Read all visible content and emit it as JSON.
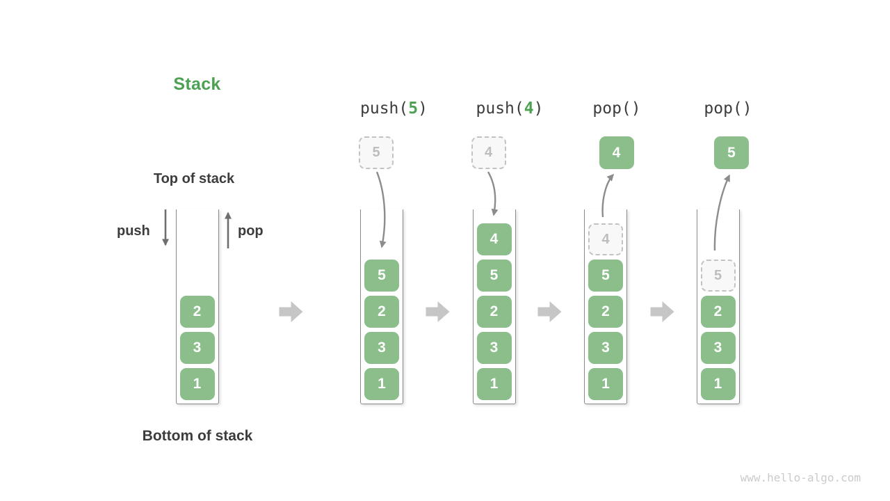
{
  "title": "Stack",
  "labels": {
    "top_of_stack": "Top of stack",
    "bottom_of_stack": "Bottom of stack",
    "push": "push",
    "pop": "pop"
  },
  "watermark": "www.hello-algo.com",
  "colors": {
    "green_dark": "#4CA252",
    "block_green": "#8BBE8B",
    "block_text": "#FFFFFF",
    "text_dark": "#3C3C3C",
    "arrow_gray": "#8C8C8C",
    "arrow_dark": "#6E6E6E",
    "block_arrow": "#C6C6C6",
    "container_border": "#8A8A8A",
    "ghost_border": "#C2C2C2",
    "ghost_text": "#BDBDBD",
    "ghost_fill": "#F8F8F8",
    "watermark": "#CBCBCB"
  },
  "columns": [
    {
      "name": "initial-stack",
      "op": null,
      "float_box": null,
      "stack": [
        {
          "value": "2",
          "ghost": false
        },
        {
          "value": "3",
          "ghost": false
        },
        {
          "value": "1",
          "ghost": false
        }
      ]
    },
    {
      "name": "after-push-5",
      "op": {
        "before": "push(",
        "arg": "5",
        "after": ")"
      },
      "float_box": {
        "value": "5",
        "style": "ghost"
      },
      "stack": [
        {
          "value": "5",
          "ghost": false
        },
        {
          "value": "2",
          "ghost": false
        },
        {
          "value": "3",
          "ghost": false
        },
        {
          "value": "1",
          "ghost": false
        }
      ]
    },
    {
      "name": "after-push-4",
      "op": {
        "before": "push(",
        "arg": "4",
        "after": ")"
      },
      "float_box": {
        "value": "4",
        "style": "ghost"
      },
      "stack": [
        {
          "value": "4",
          "ghost": false
        },
        {
          "value": "5",
          "ghost": false
        },
        {
          "value": "2",
          "ghost": false
        },
        {
          "value": "3",
          "ghost": false
        },
        {
          "value": "1",
          "ghost": false
        }
      ]
    },
    {
      "name": "after-pop-4",
      "op": {
        "before": "pop()",
        "arg": "",
        "after": ""
      },
      "float_box": {
        "value": "4",
        "style": "solid"
      },
      "stack": [
        {
          "value": "4",
          "ghost": true
        },
        {
          "value": "5",
          "ghost": false
        },
        {
          "value": "2",
          "ghost": false
        },
        {
          "value": "3",
          "ghost": false
        },
        {
          "value": "1",
          "ghost": false
        }
      ]
    },
    {
      "name": "after-pop-5",
      "op": {
        "before": "pop()",
        "arg": "",
        "after": ""
      },
      "float_box": {
        "value": "5",
        "style": "solid"
      },
      "stack": [
        {
          "value": "5",
          "ghost": true
        },
        {
          "value": "2",
          "ghost": false
        },
        {
          "value": "3",
          "ghost": false
        },
        {
          "value": "1",
          "ghost": false
        }
      ]
    }
  ]
}
